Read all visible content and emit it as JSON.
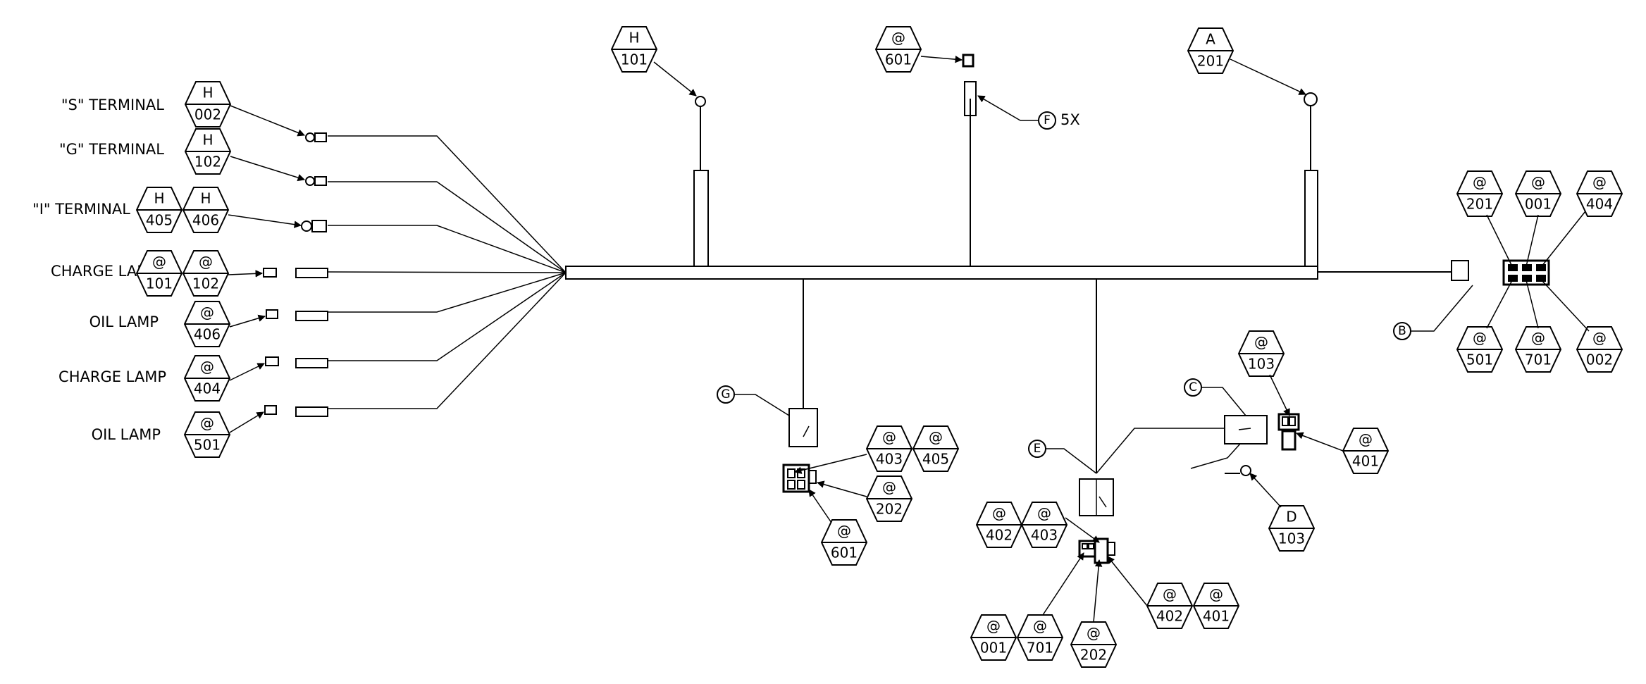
{
  "labels": {
    "s_terminal": "\"S\" TERMINAL",
    "g_terminal": "\"G\" TERMINAL",
    "i_terminal": "\"I\" TERMINAL",
    "charge_lamp_1": "CHARGE LAMP",
    "oil_lamp_1": "OIL LAMP",
    "charge_lamp_2": "CHARGE LAMP",
    "oil_lamp_2": "OIL LAMP",
    "multiplier": "5X"
  },
  "callouts": {
    "f": "F",
    "b": "B",
    "c": "C",
    "e": "E",
    "g": "G"
  },
  "tags": {
    "s_term": {
      "top": "H",
      "bot": "002"
    },
    "g_term": {
      "top": "H",
      "bot": "102"
    },
    "i_term_a": {
      "top": "H",
      "bot": "405"
    },
    "i_term_b": {
      "top": "H",
      "bot": "406"
    },
    "charge1_a": {
      "top": "@",
      "bot": "101"
    },
    "charge1_b": {
      "top": "@",
      "bot": "102"
    },
    "oil1": {
      "top": "@",
      "bot": "406"
    },
    "charge2": {
      "top": "@",
      "bot": "404"
    },
    "oil2": {
      "top": "@",
      "bot": "501"
    },
    "top_h101": {
      "top": "H",
      "bot": "101"
    },
    "top_601": {
      "top": "@",
      "bot": "601"
    },
    "top_a201": {
      "top": "A",
      "bot": "201"
    },
    "b_201": {
      "top": "@",
      "bot": "201"
    },
    "b_001": {
      "top": "@",
      "bot": "001"
    },
    "b_404": {
      "top": "@",
      "bot": "404"
    },
    "b_501": {
      "top": "@",
      "bot": "501"
    },
    "b_701": {
      "top": "@",
      "bot": "701"
    },
    "b_002": {
      "top": "@",
      "bot": "002"
    },
    "g_403": {
      "top": "@",
      "bot": "403"
    },
    "g_405": {
      "top": "@",
      "bot": "405"
    },
    "g_202": {
      "top": "@",
      "bot": "202"
    },
    "g_601": {
      "top": "@",
      "bot": "601"
    },
    "c_103": {
      "top": "@",
      "bot": "103"
    },
    "c_401": {
      "top": "@",
      "bot": "401"
    },
    "d_103": {
      "top": "D",
      "bot": "103"
    },
    "e_402": {
      "top": "@",
      "bot": "402"
    },
    "e_403": {
      "top": "@",
      "bot": "403"
    },
    "e_402b": {
      "top": "@",
      "bot": "402"
    },
    "e_401": {
      "top": "@",
      "bot": "401"
    },
    "e_001": {
      "top": "@",
      "bot": "001"
    },
    "e_701": {
      "top": "@",
      "bot": "701"
    },
    "e_202": {
      "top": "@",
      "bot": "202"
    }
  }
}
